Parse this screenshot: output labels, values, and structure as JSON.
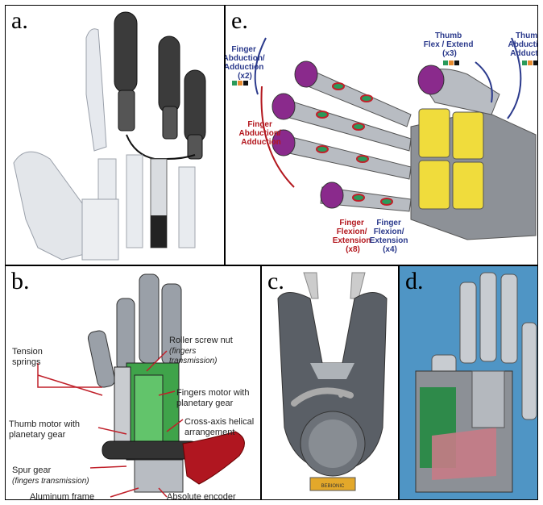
{
  "panels": {
    "a": {
      "label": "a."
    },
    "b": {
      "label": "b."
    },
    "c": {
      "label": "c."
    },
    "d": {
      "label": "d."
    },
    "e": {
      "label": "e."
    }
  },
  "panel_b": {
    "tension_springs": [
      "Tension",
      "springs"
    ],
    "roller_screw": [
      "Roller screw nut",
      "(fingers",
      "transmission)"
    ],
    "fingers_motor": [
      "Fingers motor with",
      "planetary gear"
    ],
    "thumb_motor": [
      "Thumb motor with",
      "planetary gear"
    ],
    "cross_axis": [
      "Cross-axis helical",
      "arrangement"
    ],
    "spur_gear": [
      "Spur gear",
      "(fingers transmission)"
    ],
    "aluminum_frame": "Aluminum frame",
    "absolute_encoder": "Absolute encoder"
  },
  "panel_c": {
    "brand_text": "BEBIONIC"
  },
  "panel_e": {
    "finger_abduction_top": [
      "Finger",
      "Abduction/",
      "Adduction",
      "(x2)"
    ],
    "thumb_flex": [
      "Thumb",
      "Flex / Extend",
      "(x3)"
    ],
    "thumb_abduction": [
      "Thumb",
      "Abduction/",
      "Adduction"
    ],
    "finger_abduction_red": [
      "Finger",
      "Abduction/",
      "Adduction"
    ],
    "finger_flexion_red": [
      "Finger",
      "Flexion/",
      "Extension",
      "(x8)"
    ],
    "finger_flexion_blue": [
      "Finger",
      "Flexion/",
      "Extension",
      "(x4)"
    ]
  },
  "colors": {
    "blue_label": "#2b3a8c",
    "red_label": "#b3171e",
    "pad_yellow": "#f0dc3c",
    "tip_purple": "#8a2a8c",
    "d_background": "#4f95c5"
  }
}
